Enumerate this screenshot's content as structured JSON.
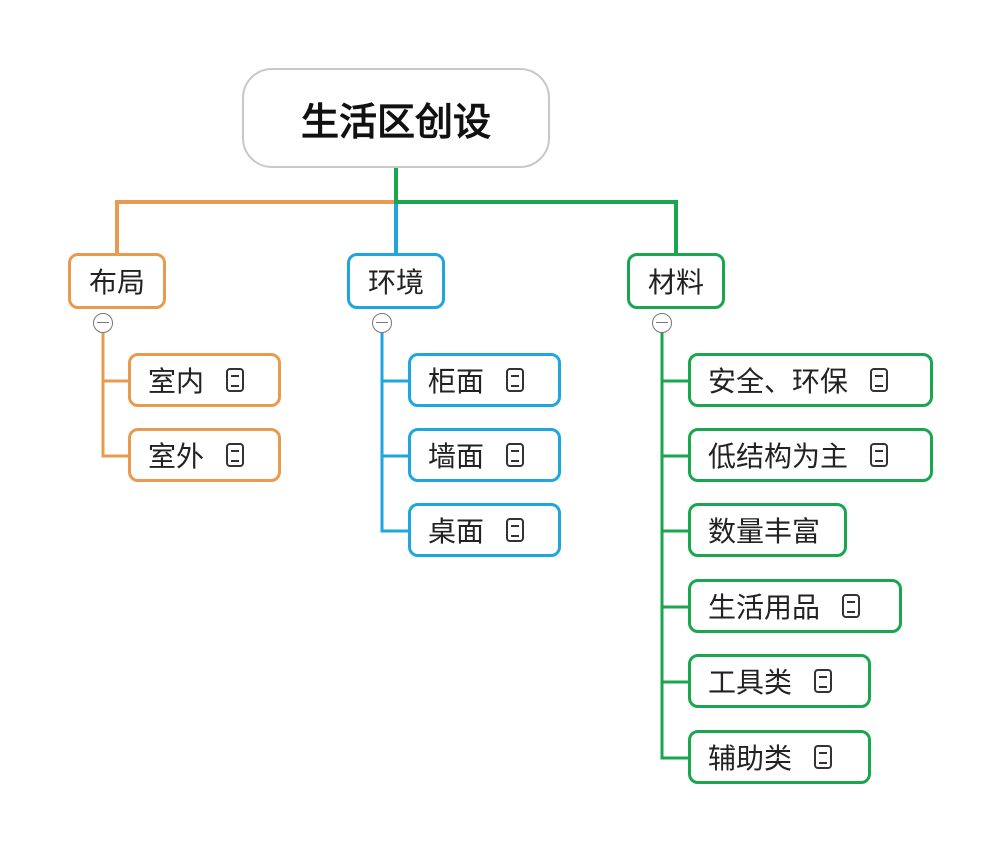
{
  "mindmap": {
    "root": {
      "label": "生活区创设"
    },
    "branches": [
      {
        "label": "布局",
        "color": "#e89a4f",
        "children": [
          {
            "label": "室内",
            "has_note": true
          },
          {
            "label": "室外",
            "has_note": true
          }
        ]
      },
      {
        "label": "环境",
        "color": "#1ea6dd",
        "children": [
          {
            "label": "柜面",
            "has_note": true
          },
          {
            "label": "墙面",
            "has_note": true
          },
          {
            "label": "桌面",
            "has_note": true
          }
        ]
      },
      {
        "label": "材料",
        "color": "#19a64f",
        "children": [
          {
            "label": "安全、环保",
            "has_note": true
          },
          {
            "label": "低结构为主",
            "has_note": true
          },
          {
            "label": "数量丰富",
            "has_note": false
          },
          {
            "label": "生活用品",
            "has_note": true
          },
          {
            "label": "工具类",
            "has_note": true
          },
          {
            "label": "辅助类",
            "has_note": true
          }
        ]
      }
    ],
    "icons": {
      "note": "note-icon",
      "collapse": "collapse-minus-icon"
    }
  }
}
